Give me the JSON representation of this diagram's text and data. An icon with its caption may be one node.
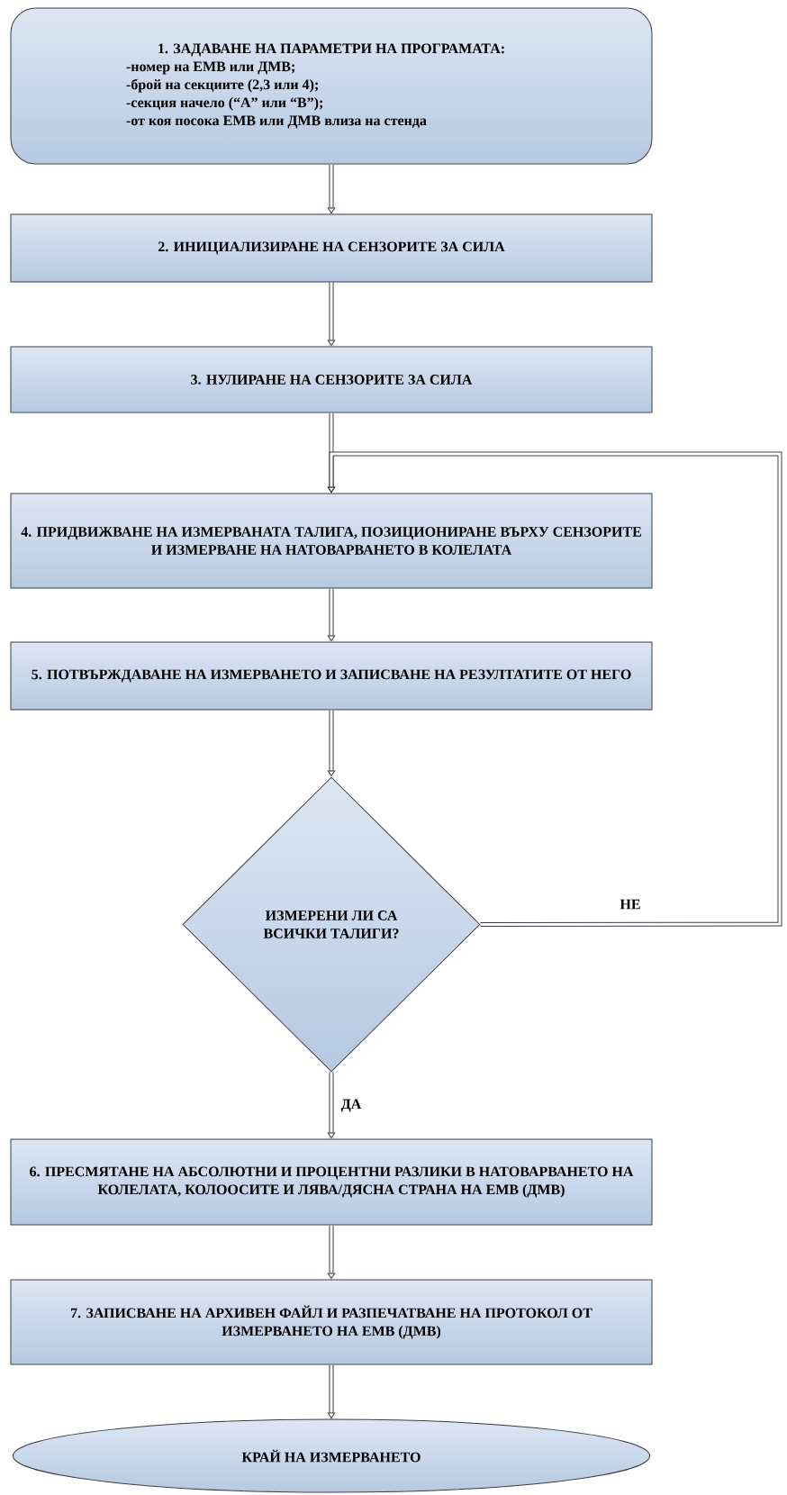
{
  "diagram": {
    "nodes": [
      {
        "text": [
          "1. ЗАДАВАНЕ НА ПАРАМЕТРИ  НА ПРОГРАМАТА:",
          "-номер на ЕМВ или ДМВ;",
          "-брой на секциите (2,3 или 4);",
          "-секция начело (“А” или “В”);",
          "-от коя посока ЕМВ или ДМВ влиза на стенда"
        ]
      },
      {
        "text": [
          "2. ИНИЦИАЛИЗИРАНЕ НА СЕНЗОРИТЕ ЗА СИЛА"
        ]
      },
      {
        "text": [
          "3. НУЛИРАНЕ НА СЕНЗОРИТЕ ЗА СИЛА"
        ]
      },
      {
        "text": [
          "4. ПРИДВИЖВАНЕ НА ИЗМЕРВАНАТА ТАЛИГА, ПОЗИЦИОНИРАНЕ ВЪРХУ СЕНЗОРИТЕ И ИЗМЕРВАНЕ НА НАТОВАРВАНЕТО В КОЛЕЛАТА"
        ]
      },
      {
        "text": [
          "5. ПОТВЪРЖДАВАНЕ НА ИЗМЕРВАНЕТО И ЗАПИСВАНЕ НА РЕЗУЛТАТИТЕ ОТ НЕГО"
        ]
      },
      {
        "text": [
          "ИЗМЕРЕНИ ЛИ СА ВСИЧКИ ТАЛИГИ?"
        ]
      },
      {
        "text": [
          "6. ПРЕСМЯТАНЕ НА АБСОЛЮТНИ И ПРОЦЕНТНИ РАЗЛИКИ В НАТОВАРВАНЕТО НА КОЛЕЛАТА, КОЛООСИТЕ И ЛЯВА/ДЯСНА СТРАНА НА ЕМВ (ДМВ)"
        ]
      },
      {
        "text": [
          "7. ЗАПИСВАНЕ НА АРХИВЕН ФАЙЛ И РАЗПЕЧАТВАНЕ НА ПРОТОКОЛ ОТ ИЗМЕРВАНЕТО НА ЕМВ (ДМВ)"
        ]
      },
      {
        "text": [
          "КРАЙ НА ИЗМЕРВАНЕТО"
        ]
      }
    ],
    "edges": [
      {
        "from": 0,
        "to": 1,
        "arrow": "to"
      },
      {
        "from": 1,
        "to": 2,
        "arrow": "to"
      },
      {
        "from": 2,
        "to": 3,
        "arrow": "to"
      },
      {
        "from": 3,
        "to": 4,
        "arrow": "to"
      },
      {
        "from": 4,
        "to": 5,
        "arrow": "to"
      },
      {
        "from": 5,
        "to": 3,
        "arrow": "to",
        "label": "НЕ"
      },
      {
        "from": 5,
        "to": 6,
        "arrow": "to",
        "label": "ДА"
      },
      {
        "from": 6,
        "to": 7,
        "arrow": "to"
      },
      {
        "from": 7,
        "to": 8,
        "arrow": "to"
      }
    ]
  }
}
